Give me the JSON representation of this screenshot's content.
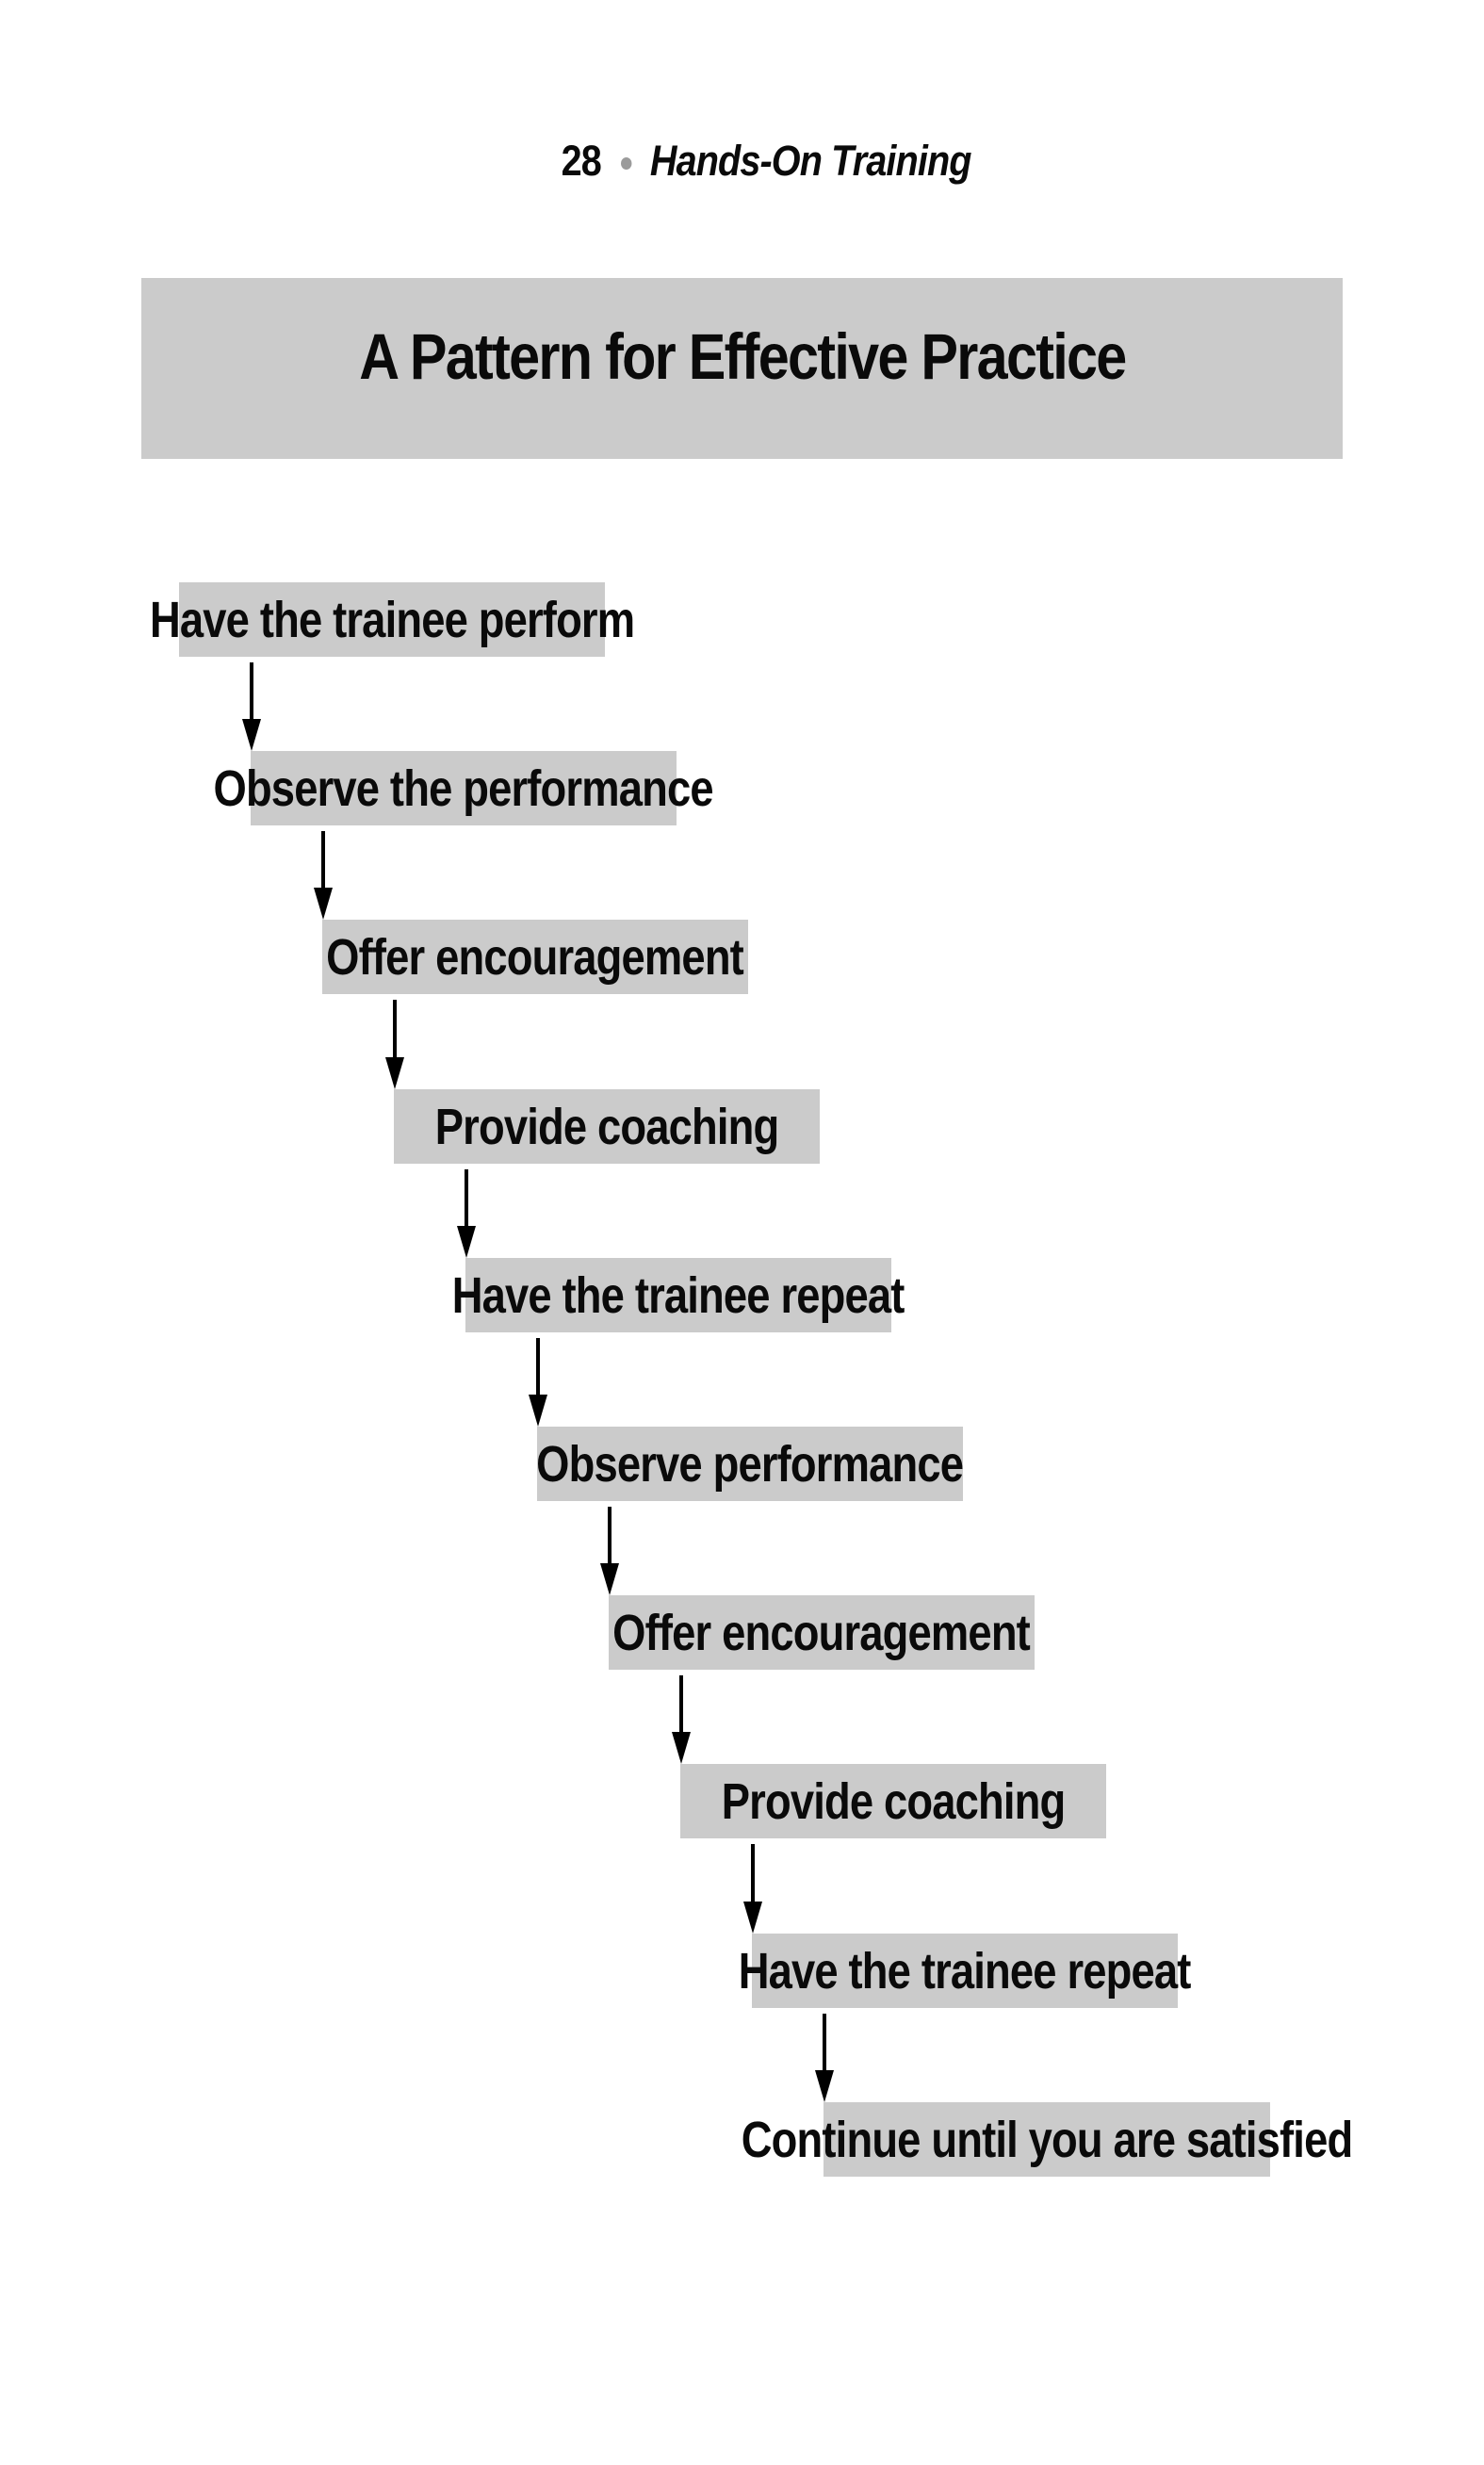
{
  "page": {
    "header": {
      "page_number": "28",
      "separator": "bullet-dot",
      "book_title": "Hands-On Training"
    },
    "banner": {
      "title": "A Pattern for Effective Practice",
      "background": "#cbcbcb"
    },
    "flow": {
      "box_background": "#cbcbcb",
      "arrow_color": "#000000",
      "text_color": "#0a0a0a",
      "steps": [
        {
          "label": "Have the trainee perform"
        },
        {
          "label": "Observe the performance"
        },
        {
          "label": "Offer encouragement"
        },
        {
          "label": "Provide coaching"
        },
        {
          "label": "Have the trainee repeat"
        },
        {
          "label": "Observe performance"
        },
        {
          "label": "Offer encouragement"
        },
        {
          "label": "Provide coaching"
        },
        {
          "label": "Have the trainee repeat"
        },
        {
          "label": "Continue until you are satisfied"
        }
      ]
    }
  }
}
